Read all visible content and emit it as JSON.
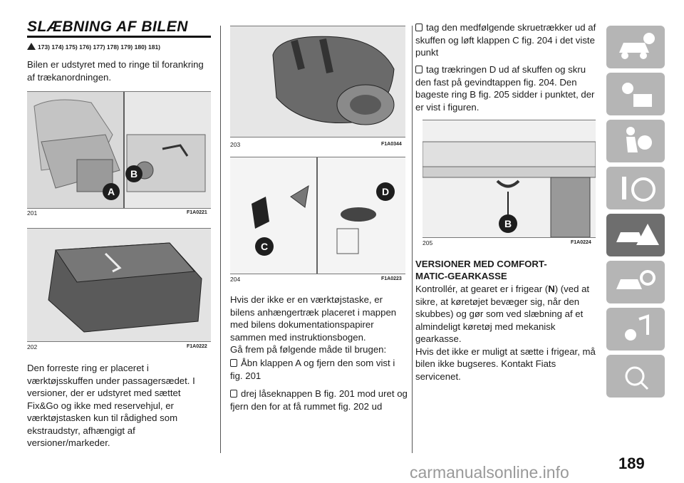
{
  "title": "SLÆBNING AF BILEN",
  "warning_refs": "173) 174) 175) 176) 177) 178) 179) 180) 181)",
  "col1": {
    "intro": "Bilen er udstyret med to ringe til forankring af trækanordningen.",
    "paragraph": "Den forreste ring er placeret i værktøjsskuffen under passagersædet. I versioner, der er udstyret med sættet Fix&Go og ikke med reservehjul, er værktøjstasken kun til rådighed som ekstraudstyr, afhængigt af versioner/markeder."
  },
  "figures": {
    "f201": {
      "num": "201",
      "code": "F1A0221",
      "labels": [
        "A",
        "B"
      ]
    },
    "f202": {
      "num": "202",
      "code": "F1A0222"
    },
    "f203": {
      "num": "203",
      "code": "F1A0344"
    },
    "f204": {
      "num": "204",
      "code": "F1A0223",
      "labels": [
        "C",
        "D"
      ]
    },
    "f205": {
      "num": "205",
      "code": "F1A0224",
      "labels": [
        "B"
      ]
    }
  },
  "col2": {
    "paragraph": "Hvis der ikke er en værktøjstaske, er bilens anhængertræk placeret i mappen med bilens dokumentationspapirer sammen med instruktionsbogen.",
    "lead": "Gå frem på følgende måde til brugen:",
    "bullets": [
      "Åbn klappen A og fjern den som vist i fig. 201",
      "drej låseknappen B fig. 201 mod uret og fjern den for at få rummet fig. 202 ud"
    ]
  },
  "col3": {
    "bullets": [
      "tag den medfølgende skruetrækker ud af skuffen og løft klappen C fig. 204 i det viste punkt",
      "tag trækringen D ud af skuffen og skru den fast på gevindtappen fig. 204. Den bageste ring B fig. 205 sidder i punktet, der er vist i figuren."
    ],
    "heading_line1": "VERSIONER MED COMFORT-",
    "heading_line2": "MATIC-GEARKASSE",
    "para_pre": "Kontrollér, at gearet er i frigear (",
    "para_bold": "N",
    "para_post": ") (ved at sikre, at køretøjet bevæger sig, når den skubbes) og gør som ved slæbning af et almindeligt køretøj med mekanisk gearkasse.",
    "para2": "Hvis det ikke er muligt at sætte i frigear, må bilen ikke bugseres. Kontakt Fiats servicenet."
  },
  "sidebar": {
    "icons": [
      "car-info-icon",
      "lights-mail-icon",
      "seat-airbag-icon",
      "steering-wheel-icon",
      "emergency-car-icon",
      "car-service-icon",
      "multimedia-icon",
      "index-abc-icon"
    ],
    "active_index": 4
  },
  "page_number": "189",
  "watermark": "carmanualsonline.info"
}
